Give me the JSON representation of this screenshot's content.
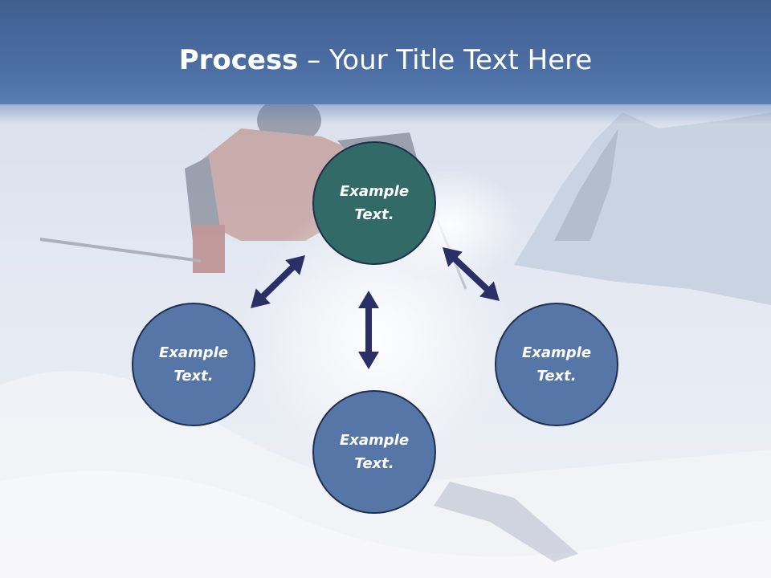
{
  "title": {
    "bold": "Process",
    "rest": " – Your Title Text Here"
  },
  "nodes": [
    {
      "id": "top",
      "label": "Example\nText.",
      "color": "#326a67"
    },
    {
      "id": "left",
      "label": "Example\nText.",
      "color": "#5676a8"
    },
    {
      "id": "bottom",
      "label": "Example\nText.",
      "color": "#5676a8"
    },
    {
      "id": "right",
      "label": "Example\nText.",
      "color": "#5676a8"
    }
  ],
  "colors": {
    "title_band": "#4c6fa5",
    "arrow": "#2b2f66",
    "node_border": "#1f2f4f"
  }
}
